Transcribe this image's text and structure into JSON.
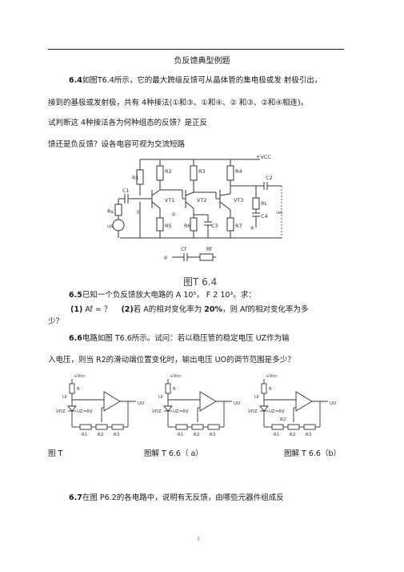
{
  "header": {
    "title": "负反馈典型例题"
  },
  "p64": {
    "line1_num": "6.4",
    "line1_text": "如图T6.4所示，它的最大跨级反馈可从晶体管的集电极或发  射极引出，",
    "line2": "接到的基极或发射极，共有 4种接法(①和③、①和④、②  和③、②和④相连)。",
    "line3": "试判断这 4种接法各为何种组态的反馈？是正反",
    "line4": "馈还是负反馈？设各电容可视为交流短路"
  },
  "fig64": {
    "caption": "图T 6.4",
    "vcc": "+VCC",
    "labels": {
      "r1": "R1",
      "r2": "R2",
      "r3": "R3",
      "r4": "R4",
      "r5": "R5",
      "r6": "R6",
      "r7": "R7",
      "rs": "Rs",
      "rl": "RL",
      "rf": "Rf",
      "c1": "C1",
      "c2": "C2",
      "c3": "C3",
      "c4": "C4",
      "cf": "Cf",
      "vt1": "VT1",
      "vt2": "VT2",
      "vt3": "VT3",
      "us": "us",
      "uo": "uo",
      "n1": "①",
      "n2": "②",
      "n3": "③",
      "n4": "④"
    }
  },
  "p65": {
    "num": "6.5",
    "text": "已知一个负反馈放大电路的 A 10⁵，  F 2 10³。求：",
    "q1_num": "(1)",
    "q1": "Af = ？",
    "q2_num": "(2)",
    "q2a": "若 A的相对变化率为 ",
    "q2pct": "20%",
    "q2b": "，则 Af的相对变化率为多",
    "q2c": "少？"
  },
  "p66": {
    "num": "6.6",
    "line1": "电路如图 T6.6所示。试问：若以稳压管的稳定电压   UZ作为输",
    "line2": "入电压，则当 R2的滑动端位置变化时，输出电压 UO的调节范围是多少？"
  },
  "fig66": {
    "caption_left": "图  T",
    "caption_mid": "图解 T 6.6（ a）",
    "caption_right": "图解 T 6.6（b）",
    "labels": {
      "vcc": "+Vcc",
      "r": "R",
      "ui": "UI",
      "uo": "UO",
      "vdz": "VDZ",
      "uz": "UZ=6V",
      "r1": "R1",
      "r2": "R2",
      "r3": "R3",
      "r2p": "R2'"
    }
  },
  "p67": {
    "num": "6.7",
    "text": "在图 P6.2的各电路中，说明有无反馈，由哪些元器件组成反"
  },
  "footer": {
    "page": "i"
  }
}
